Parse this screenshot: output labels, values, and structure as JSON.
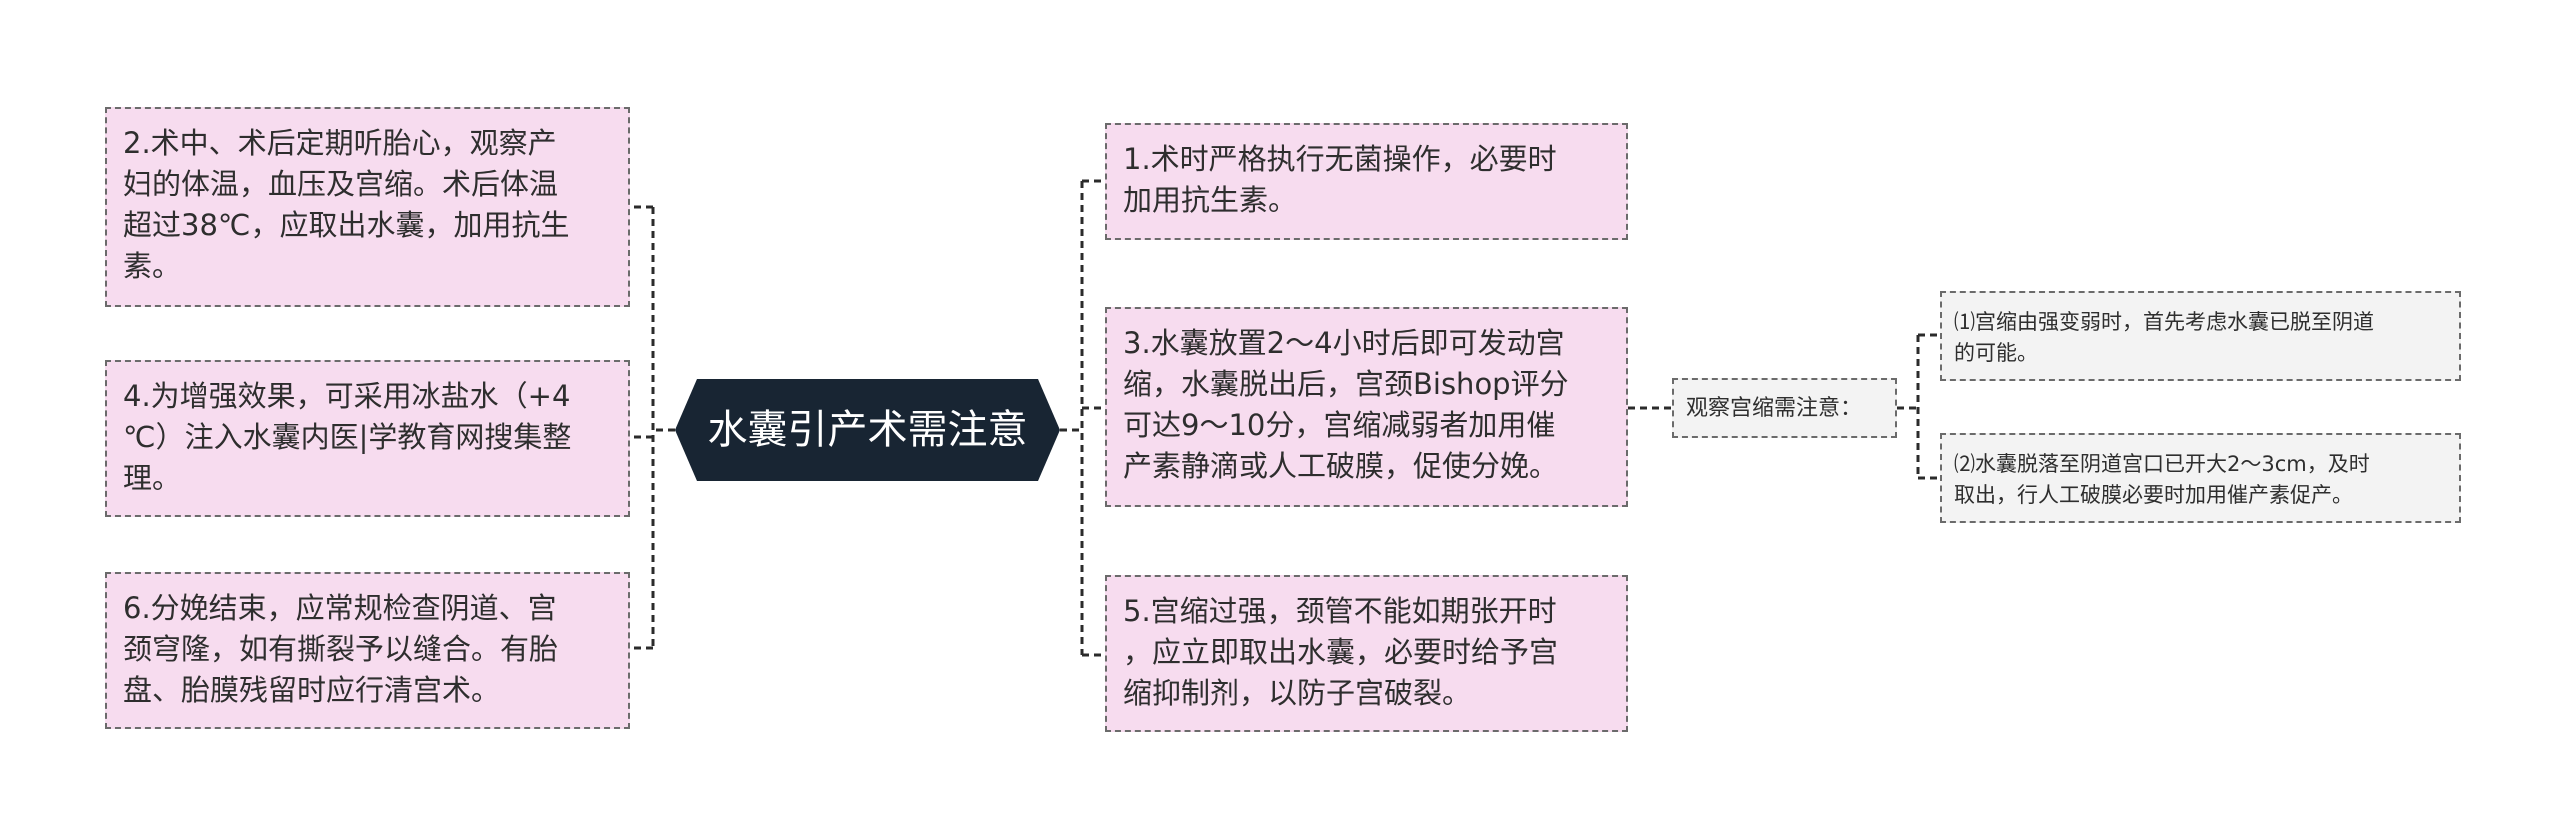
{
  "central_topic": "水囊引产术需注意",
  "left_branches": [
    {
      "text": "2.术中、术后定期听胎心，观察产\n妇的体温，血压及宫缩。术后体温\n超过38℃，应取出水囊，加用抗生\n素。"
    },
    {
      "text": "4.为增强效果，可采用冰盐水（+4\n℃）注入水囊内医|学教育网搜集整\n理。"
    },
    {
      "text": "6.分娩结束，应常规检查阴道、宫\n颈穹隆，如有撕裂予以缝合。有胎\n盘、胎膜残留时应行清宫术。"
    }
  ],
  "right_branches": [
    {
      "text": "1.术时严格执行无菌操作，必要时\n加用抗生素。"
    },
    {
      "text": "3.水囊放置2～4小时后即可发动宫\n缩，水囊脱出后，宫颈Bishop评分\n可达9～10分，宫缩减弱者加用催\n产素静滴或人工破膜，促使分娩。"
    },
    {
      "text": "5.宫缩过强，颈管不能如期张开时\n，应立即取出水囊，必要时给予宫\n缩抑制剂，以防子宫破裂。"
    }
  ],
  "sub_topic": "观察宫缩需注意：",
  "sub_branches": [
    {
      "text": "⑴宫缩由强变弱时，首先考虑水囊已脱至阴道\n的可能。"
    },
    {
      "text": "⑵水囊脱落至阴道宫口已开大2～3cm，及时\n取出，行人工破膜必要时加用催产素促产。"
    }
  ],
  "colors": {
    "central_fill": "#182533",
    "branch_fill": "#f7dcef",
    "sub_fill": "#f3f3f3",
    "border": "#6b6b6b",
    "connector": "#2b2b2b"
  }
}
